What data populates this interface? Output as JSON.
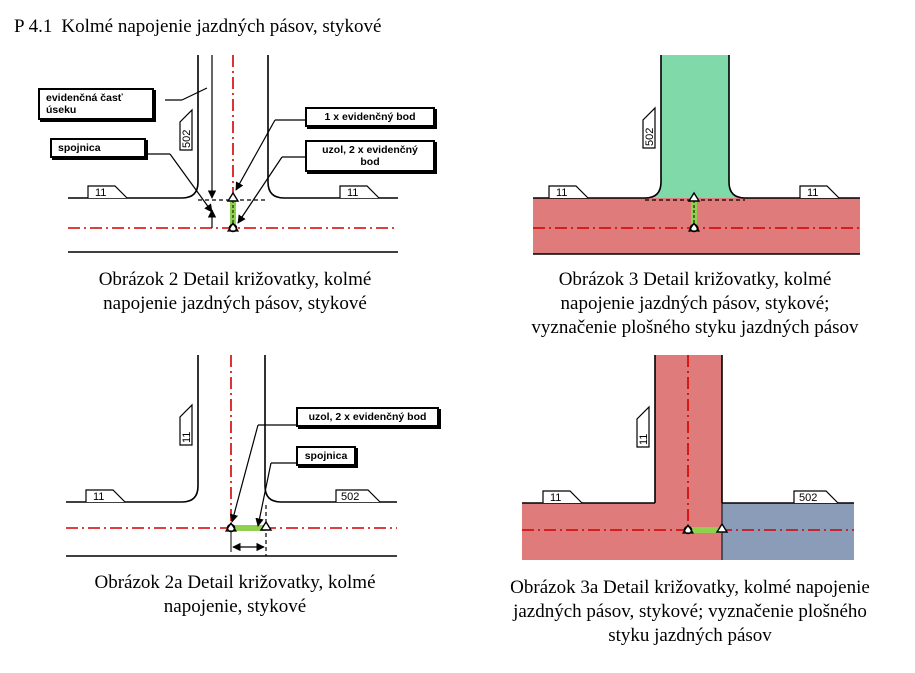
{
  "heading": {
    "number": "P 4.1",
    "text": "Kolmé napojenie jazdných pásov, stykové"
  },
  "labels": {
    "road_11": "11",
    "road_502": "502"
  },
  "callouts": {
    "evidencna_cast_useku": "evidenčná časť\núseku",
    "spojnica": "spojnica",
    "jeden_evidencny_bod": "1 x evidenčný bod",
    "uzol_dva_body_wrapped": "uzol, 2 x evidenčný\nbod",
    "uzol_dva_body": "uzol, 2 x evidenčný bod",
    "spojnica_2a": "spojnica"
  },
  "captions": {
    "fig2": "Obrázok 2 Detail križovatky, kolmé\nnapojenie jazdných pásov, stykové",
    "fig3": "Obrázok 3 Detail križovatky, kolmé\nnapojenie jazdných pásov, stykové;\nvyznačenie plošného styku jazdných pásov",
    "fig2a": "Obrázok 2a Detail križovatky, kolmé\nnapojenie, stykové",
    "fig3a": "Obrázok 3a Detail križovatky, kolmé napojenie\njazdných pásov, stykové; vyznačenie plošného\nstyku jazdných pásov"
  },
  "colors": {
    "red_fill": "#e07b7b",
    "green_fill": "#7fd9a8",
    "blue_fill": "#8a9cb8",
    "axis_red": "#d40000",
    "spojnica_green": "#8fd14f"
  }
}
